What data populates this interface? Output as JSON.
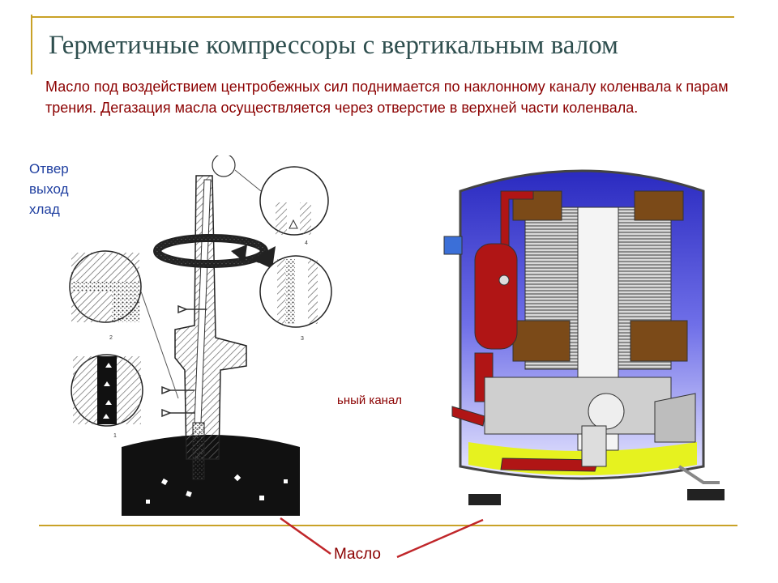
{
  "slide": {
    "title": "Герметичные компрессоры с вертикальным валом",
    "description": "Масло под воздействием центробежных сил поднимается по наклонному каналу коленвала к парам трения. Дегазация масла осуществляется через отверстие в верхней части коленвала.",
    "left_label_lines": [
      "Отвер",
      "выход",
      "хлад"
    ],
    "channel_label": "ьный канал",
    "oil_label": "Масло",
    "detail_numbers": [
      "1",
      "2",
      "3",
      "4"
    ]
  },
  "colors": {
    "title": "#2f4f4f",
    "description": "#8b0000",
    "left_label": "#1f3fa0",
    "accent_line": "#c9a227",
    "callout": "#c0262a"
  }
}
